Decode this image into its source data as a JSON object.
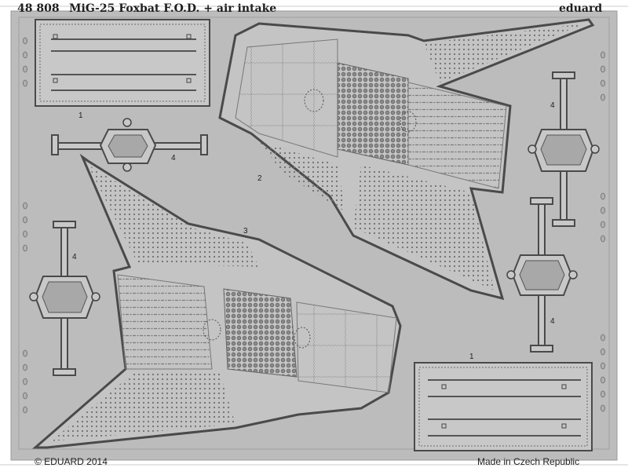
{
  "header": {
    "set_number": "48 808",
    "title": "MiG-25 Foxbat F.O.D. + air intake",
    "brand": "eduard"
  },
  "footer": {
    "copyright": "© EDUARD 2014",
    "origin": "Made in Czech Republic"
  },
  "part_numbers": {
    "p1_top": "1",
    "p1_bottom": "1",
    "p2": "2",
    "p3": "3",
    "p4_a": "4",
    "p4_b": "4",
    "p4_c": "4",
    "p4_d": "4"
  },
  "colors": {
    "sheet": "#bcbcbc",
    "part": "#c4c4c4",
    "outline": "#4a4a4a",
    "detail": "#6a6a6a",
    "text": "#1e1e1e"
  }
}
